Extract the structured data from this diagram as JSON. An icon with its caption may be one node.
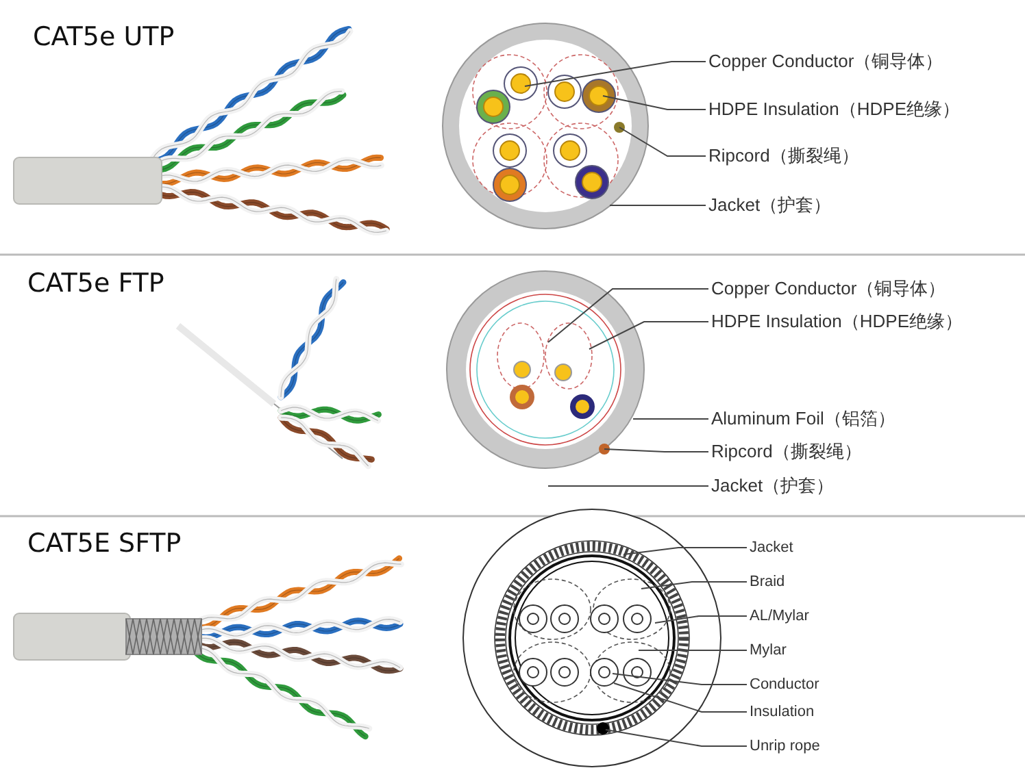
{
  "diagram": {
    "nodes": [
      {
        "text": [
          "Copper Conductor（铜导体）"
        ]
      },
      {
        "text": [
          "HDPE Insulation（HDPE绝缘）"
        ]
      },
      {
        "text": [
          "Ripcord（撕裂绳）"
        ]
      },
      {
        "text": [
          "Jacket（护套）"
        ]
      },
      {
        "text": [
          "Copper Conductor（铜导体）"
        ]
      },
      {
        "text": [
          "HDPE Insulation（HDPE绝缘）"
        ]
      },
      {
        "text": [
          "Aluminum Foil（铝箔）"
        ]
      },
      {
        "text": [
          "Ripcord（撕裂绳）"
        ]
      },
      {
        "text": [
          "Jacket（护套）"
        ]
      },
      {
        "text": [
          "Jacket"
        ]
      },
      {
        "text": [
          "Braid"
        ]
      },
      {
        "text": [
          "AL/Mylar"
        ]
      },
      {
        "text": [
          "Mylar"
        ]
      },
      {
        "text": [
          "Conductor"
        ]
      },
      {
        "text": [
          "Insulation"
        ]
      },
      {
        "text": [
          "Unrip rope"
        ]
      }
    ],
    "edges": [
      {
        "from": 0,
        "to": null,
        "arrow": "none"
      },
      {
        "from": 1,
        "to": null,
        "arrow": "none"
      },
      {
        "from": 2,
        "to": null,
        "arrow": "none"
      },
      {
        "from": 3,
        "to": null,
        "arrow": "none"
      },
      {
        "from": 4,
        "to": null,
        "arrow": "none"
      },
      {
        "from": 5,
        "to": null,
        "arrow": "none"
      },
      {
        "from": 6,
        "to": null,
        "arrow": "none"
      },
      {
        "from": 7,
        "to": null,
        "arrow": "none"
      },
      {
        "from": 8,
        "to": null,
        "arrow": "none"
      },
      {
        "from": 9,
        "to": null,
        "arrow": "none"
      },
      {
        "from": 10,
        "to": null,
        "arrow": "none"
      },
      {
        "from": 11,
        "to": null,
        "arrow": "none"
      },
      {
        "from": 12,
        "to": null,
        "arrow": "none"
      },
      {
        "from": 13,
        "to": null,
        "arrow": "none"
      },
      {
        "from": 14,
        "to": null,
        "arrow": "none"
      },
      {
        "from": 15,
        "to": null,
        "arrow": "none"
      }
    ],
    "labels": [
      "CAT5e UTP",
      "CAT5e FTP",
      "CAT5E SFTP"
    ]
  }
}
